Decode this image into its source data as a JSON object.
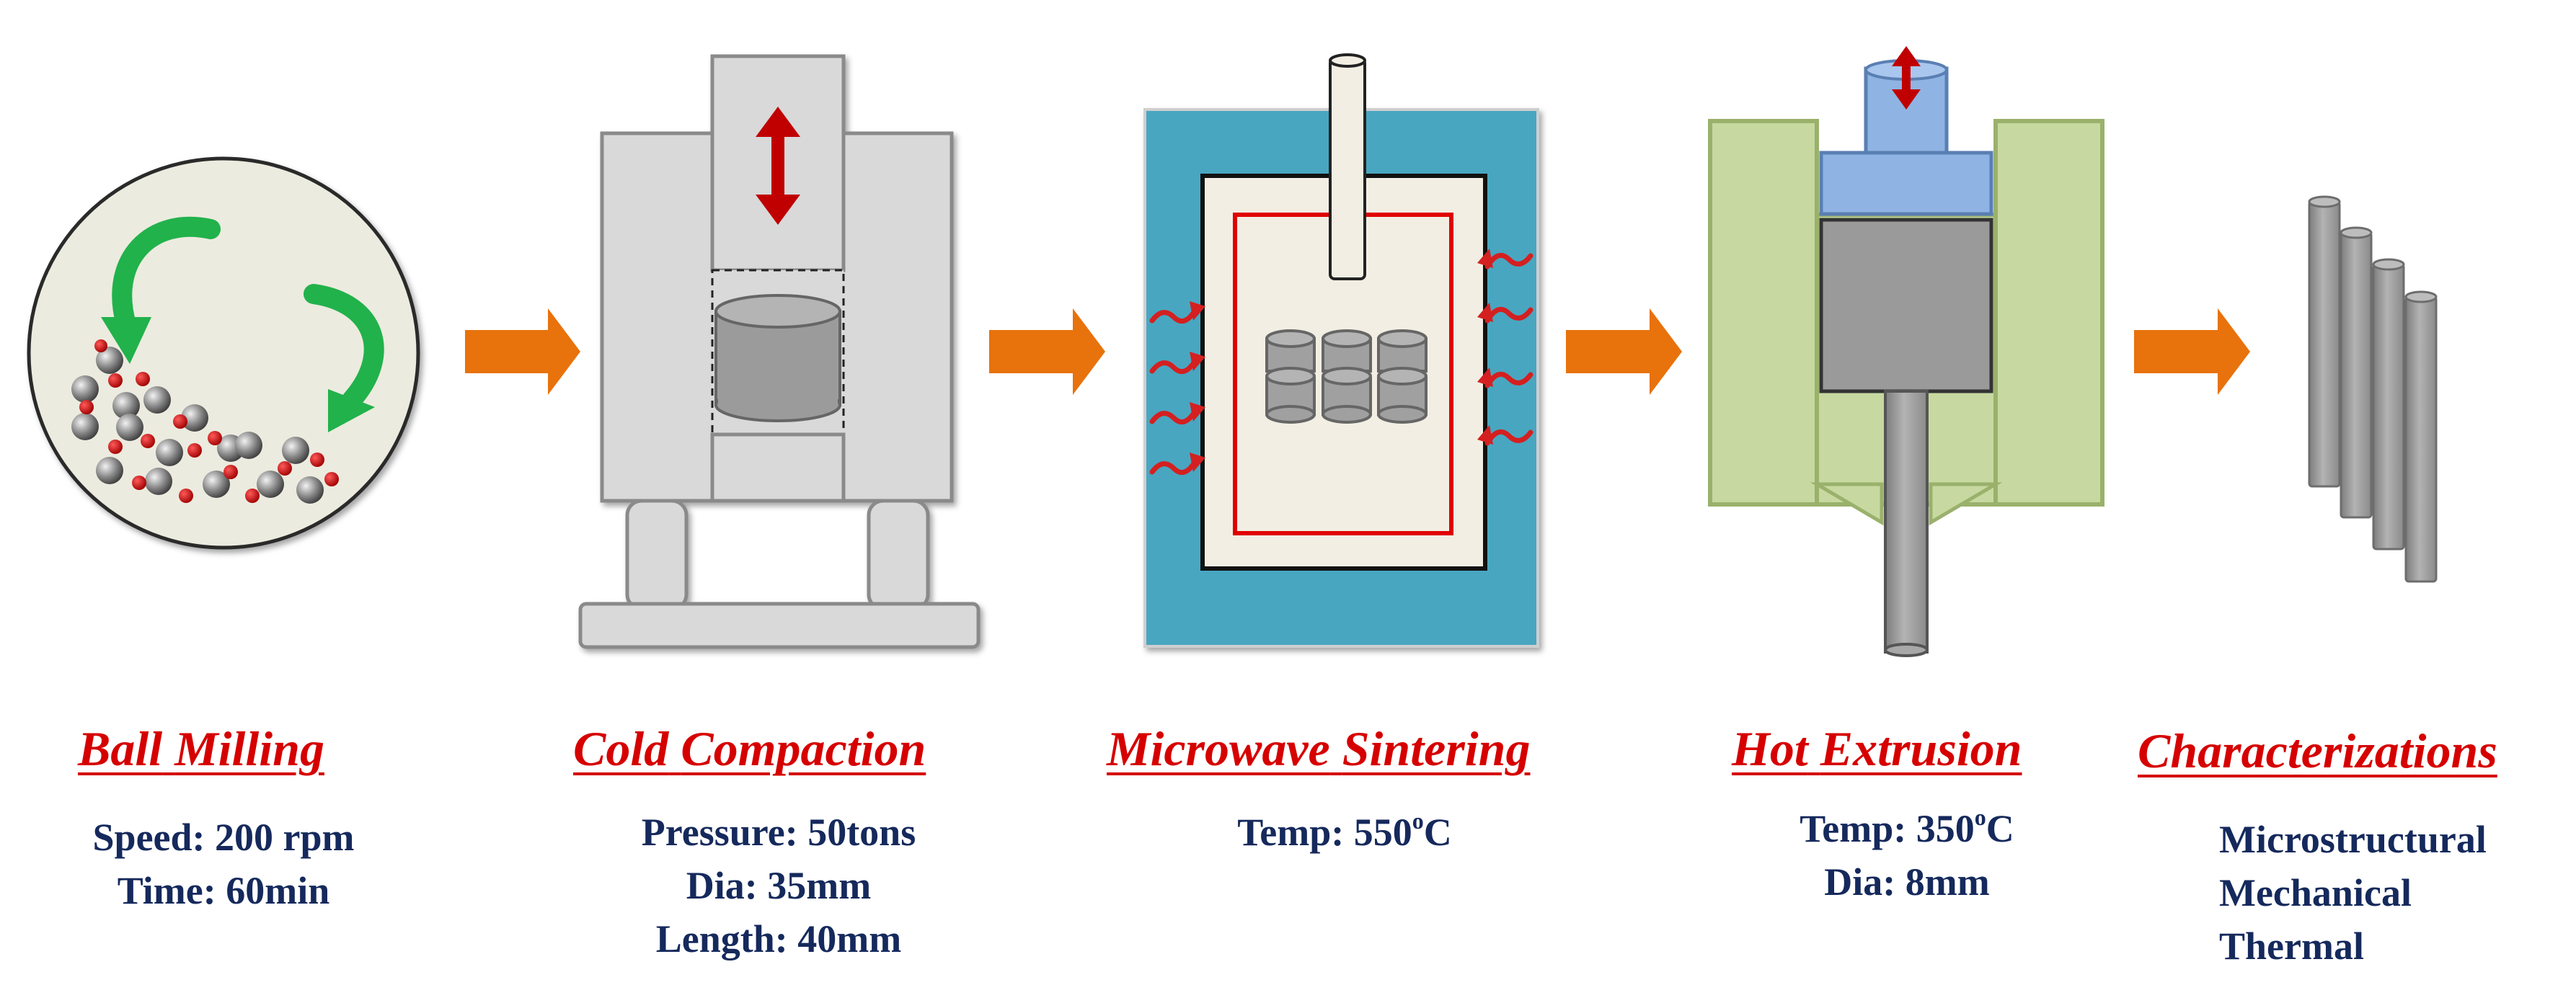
{
  "steps": [
    {
      "title_words": [
        "Ball",
        "Milling"
      ],
      "params": [
        "Speed: 200 rpm",
        "Time: 60min"
      ]
    },
    {
      "title_words": [
        "Cold",
        "Compaction"
      ],
      "params": [
        "Pressure: 50tons",
        "Dia: 35mm",
        "Length: 40mm"
      ]
    },
    {
      "title_words": [
        "Microwave",
        "Sintering"
      ],
      "params": [
        {
          "prefix": "Temp: 550",
          "sup": "o",
          "suffix": "C"
        }
      ]
    },
    {
      "title_words": [
        "Hot",
        "Extrusion"
      ],
      "params": [
        {
          "prefix": "Temp: 350",
          "sup": "o",
          "suffix": "C"
        },
        "Dia: 8mm"
      ]
    },
    {
      "title_words": [
        "Characterizations"
      ],
      "params": [
        "Microstructural",
        "Mechanical",
        "Thermal"
      ]
    }
  ],
  "colors": {
    "title_red": "#d60000",
    "param_navy": "#15295c",
    "arrow_orange": "#e8720c",
    "rotation_green": "#21b24b",
    "microwave_blue": "#4aa6c1",
    "heat_red": "#d42020",
    "die_green": "#c7d9a0",
    "punch_blue": "#8fb4e3",
    "metal_gray": "#9a9a9a"
  }
}
